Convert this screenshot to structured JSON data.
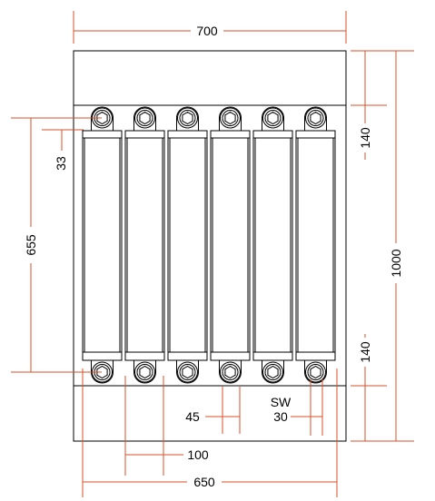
{
  "dimensions": {
    "overall_width": "700",
    "overall_height": "1000",
    "top_band": "140",
    "bottom_band": "140",
    "pitch_height": "655",
    "offset": "33",
    "thickness": "45",
    "sw_label": "SW",
    "sw_value": "30",
    "slat_width": "100",
    "slat_span": "650"
  },
  "colors": {
    "dimension": "#d9522a",
    "outline": "#000000"
  },
  "slats": {
    "count": 6
  }
}
